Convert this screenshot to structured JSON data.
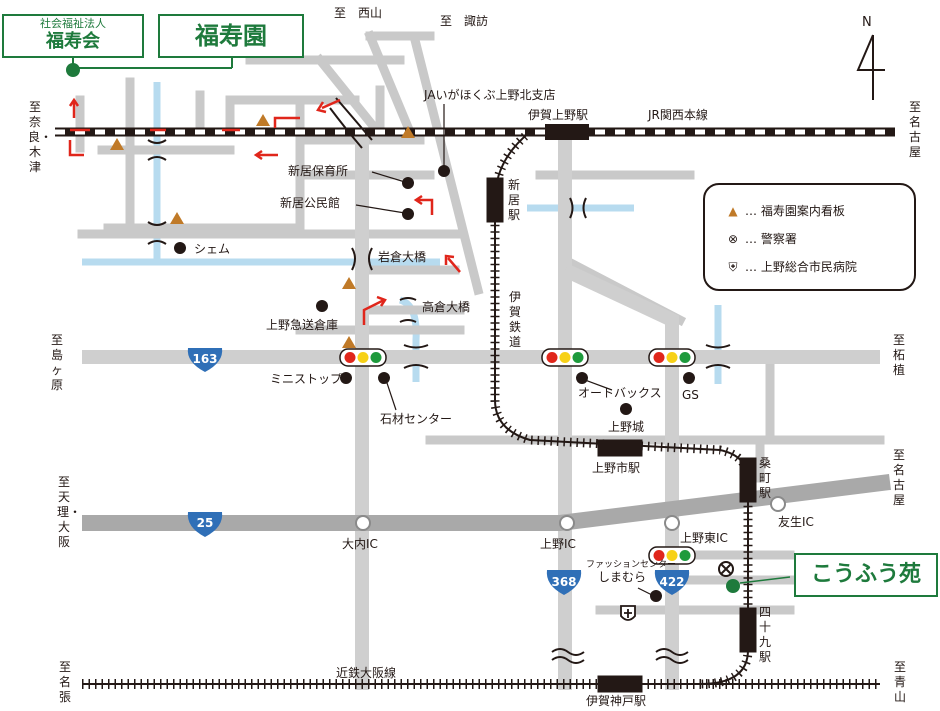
{
  "organization": {
    "line1": "社会福祉法人",
    "line2": "福寿会"
  },
  "facility_title": "福寿園",
  "target_facility": "こうふう苑",
  "north": "N",
  "legend": {
    "sign": "… 福寿園案内看板",
    "police": "… 警察署",
    "hospital": "… 上野総合市民病院",
    "sign_color": "#c07a28",
    "accent_color": "#1e7a3c"
  },
  "directions": {
    "nishiyama": "至　西山",
    "suwa": "至　諏訪",
    "nara": "至奈良・木津",
    "nagoya_top": "至名古屋",
    "shimagahara": "至島ヶ原",
    "tsuge": "至柘植",
    "tenri": "至天理・大阪",
    "nagoya_mid": "至名古屋",
    "nabari": "至名張",
    "aoyama": "至青山"
  },
  "railways": {
    "jr": "JR関西本線",
    "iga_line": "伊賀鉄道",
    "kintetsu": "近鉄大阪線"
  },
  "stations": {
    "iga_ueno": "伊賀上野駅",
    "niinomi": "新居駅",
    "ueno_shi": "上野市駅",
    "kuwamachi": "桑町駅",
    "shijuku": "四十九駅",
    "iga_kambe": "伊賀神戸駅"
  },
  "routes": {
    "r163": "163",
    "r25": "25",
    "r368": "368",
    "r422": "422"
  },
  "interchanges": {
    "ouchi": "大内IC",
    "ueno": "上野IC",
    "ueno_higashi": "上野東IC",
    "tomo": "友生IC"
  },
  "places": {
    "ja": "JAいがほくぶ上野北支店",
    "nursery": "新居保育所",
    "hall": "新居公民館",
    "shem": "シェム",
    "iwakura": "岩倉大橋",
    "takakura": "高倉大橋",
    "ambulance": "上野急送倉庫",
    "ministop": "ミニストップ",
    "stone": "石材センター",
    "autobacs": "オートバックス",
    "castle": "上野城",
    "gs": "GS",
    "fashion": "ファッションセンター",
    "shimamura": "しまむら"
  }
}
